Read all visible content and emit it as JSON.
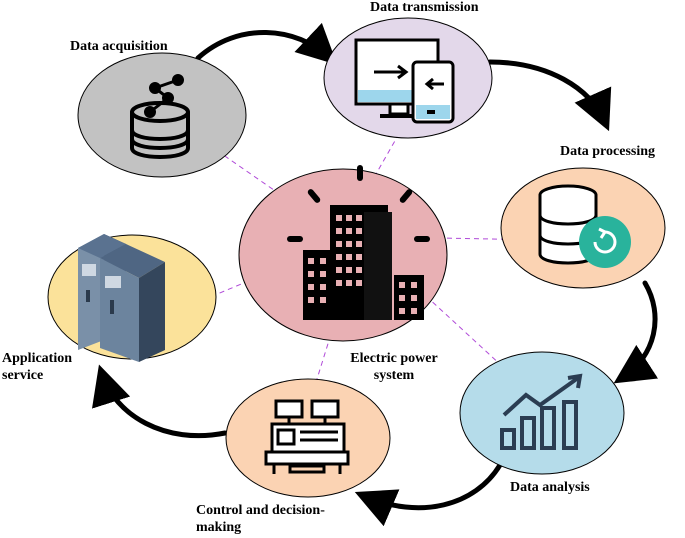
{
  "center": {
    "label": "Electric power\nsystem"
  },
  "stages": [
    {
      "id": "acquisition",
      "label": "Data acquisition",
      "fill": "#c2c2c2",
      "icon": "database-network-icon"
    },
    {
      "id": "transmission",
      "label": "Data transmission",
      "fill": "#e3d8ea",
      "icon": "monitor-tablet-icon"
    },
    {
      "id": "processing",
      "label": "Data processing",
      "fill": "#fbd3b3",
      "icon": "database-refresh-icon"
    },
    {
      "id": "analysis",
      "label": "Data analysis",
      "fill": "#b5dcea",
      "icon": "growth-chart-icon"
    },
    {
      "id": "control",
      "label": "Control and decision-\nmaking",
      "fill": "#fbd3b3",
      "icon": "control-console-icon"
    },
    {
      "id": "application",
      "label": "Application\nservice",
      "fill": "#fbe29a",
      "icon": "server-rack-icon"
    }
  ],
  "colors": {
    "center_fill": "#e8b0b4",
    "connector": "#b04ad8",
    "arrow": "#000000",
    "icon": "#000000",
    "accent_teal": "#29b39c",
    "accent_blue": "#9dd6ec"
  }
}
